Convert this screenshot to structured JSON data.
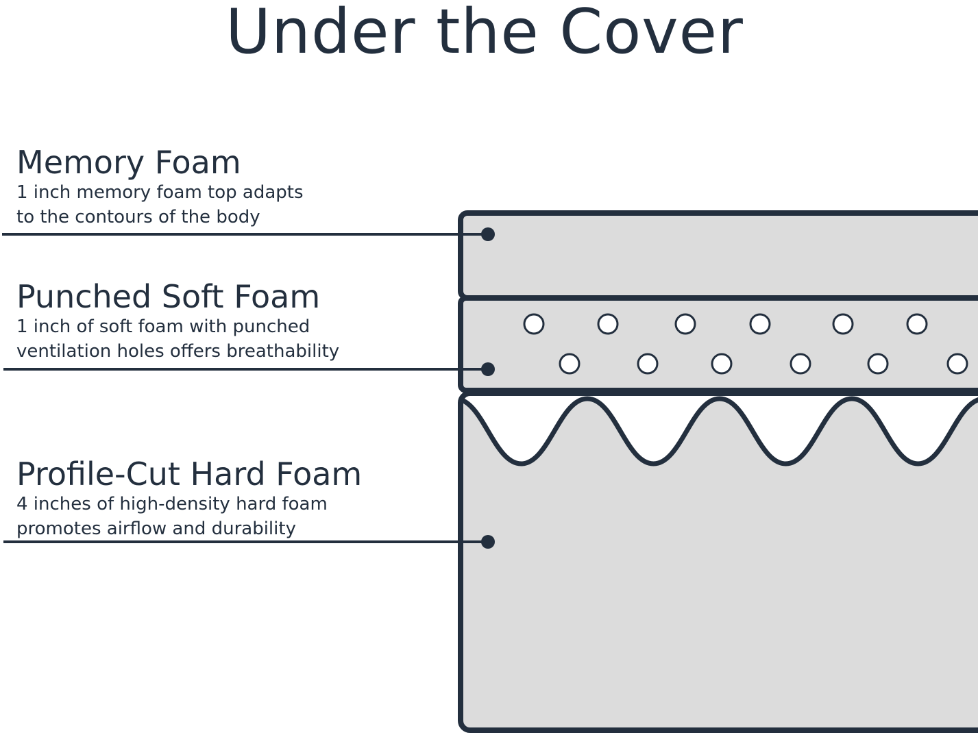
{
  "title": "Under the Cover",
  "layers": [
    {
      "name": "Memory Foam",
      "line1": "1 inch memory foam top adapts",
      "line2": "to the contours of the body"
    },
    {
      "name": "Punched Soft Foam",
      "line1": "1 inch of soft foam with punched",
      "line2": "ventilation holes offers breathability"
    },
    {
      "name": "Profile-Cut Hard Foam",
      "line1": "4 inches of high-density hard foam",
      "line2": "promotes airflow and durability"
    }
  ],
  "colors": {
    "ink": "#232f3e",
    "foam": "#dcdcdc",
    "background": "#ffffff"
  }
}
